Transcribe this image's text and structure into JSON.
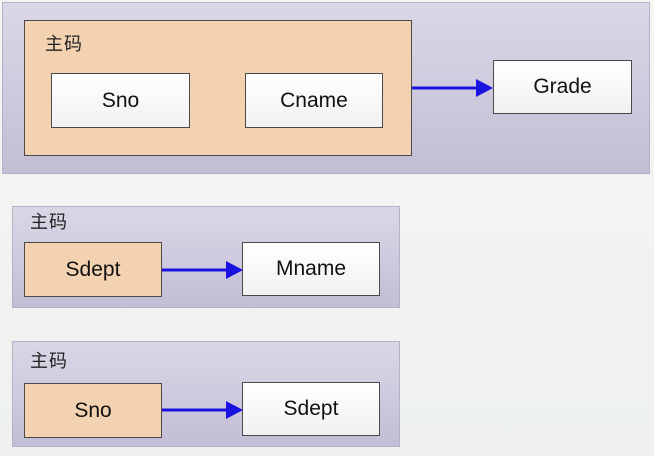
{
  "diagram": {
    "groups": [
      {
        "key_label": "主码",
        "key_attributes": [
          "Sno",
          "Cname"
        ],
        "dependent": "Grade"
      },
      {
        "key_label": "主码",
        "key_attributes": [
          "Sdept"
        ],
        "dependent": "Mname"
      },
      {
        "key_label": "主码",
        "key_attributes": [
          "Sno"
        ],
        "dependent": "Sdept"
      }
    ],
    "arrow_color": "#1a12e0"
  }
}
